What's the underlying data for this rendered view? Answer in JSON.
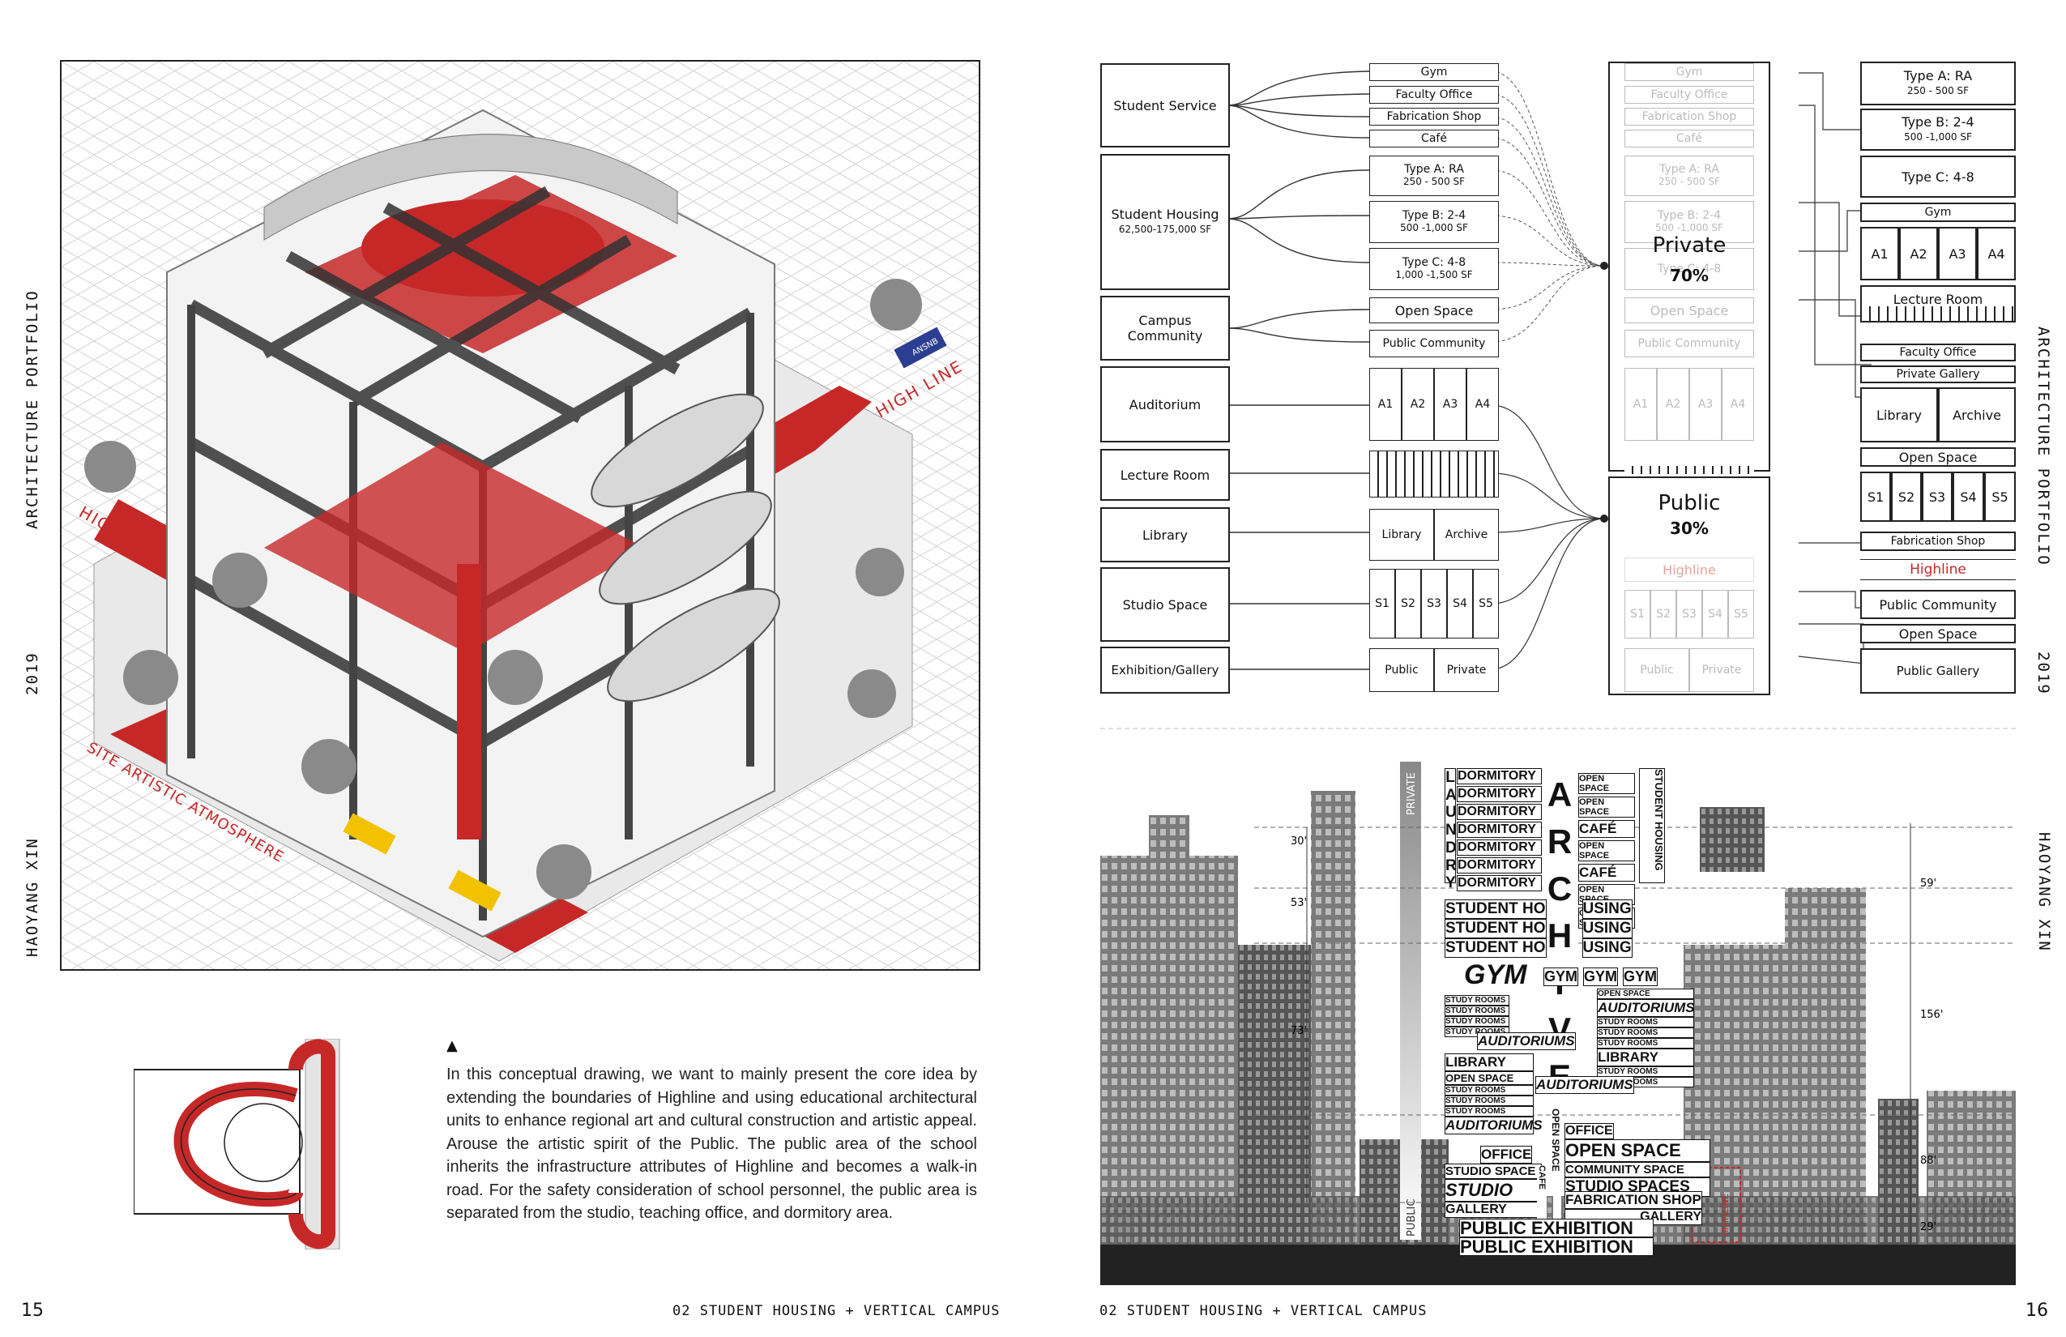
{
  "left_page": {
    "side_labels": [
      "ARCHITECTURE PORTFOLIO",
      "2019",
      "HAOYANG XIN"
    ],
    "iso_labels": {
      "high_line_1": "HIGH LINE",
      "high_line_2": "HIGH LINE",
      "site": "SITE ARTISTIC ATMOSPHERE",
      "truck": "ANSNB"
    },
    "marker": "▲",
    "paragraph": "In this conceptual drawing, we want to mainly present the core idea by extending the boundaries of Highline and using educational architectural units to enhance regional art and cultural construction and artistic appeal. Arouse the artistic spirit of the Public. The public area of the school inherits the infrastructure attributes of Highline and becomes a walk-in road. For the safety consideration of school personnel, the public area is separated from the studio, teaching office, and dormitory area.",
    "footer": "02 STUDENT HOUSING + VERTICAL CAMPUS",
    "page_number": "15"
  },
  "right_page": {
    "side_labels": [
      "ARCHITECTURE PORTFOLIO",
      "2019",
      "HAOYANG XIN"
    ],
    "footer": "02 STUDENT HOUSING + VERTICAL CAMPUS",
    "page_number": "16",
    "diagram": {
      "categories": [
        {
          "label": "Student Service",
          "sub": ""
        },
        {
          "label": "Student Housing",
          "sub": "62,500-175,000 SF"
        },
        {
          "label": "Campus Community",
          "sub": ""
        },
        {
          "label": "Auditorium",
          "sub": ""
        },
        {
          "label": "Lecture Room",
          "sub": ""
        },
        {
          "label": "Library",
          "sub": ""
        },
        {
          "label": "Studio Space",
          "sub": ""
        },
        {
          "label": "Exhibition/Gallery",
          "sub": ""
        }
      ],
      "programs": {
        "gym": "Gym",
        "faculty_office": "Faculty Office",
        "fabrication_shop": "Fabrication Shop",
        "cafe": "Café",
        "type_a": "Type A: RA",
        "type_a_sub": "250 - 500 SF",
        "type_b": "Type B: 2-4",
        "type_b_sub": "500 -1,000 SF",
        "type_c": "Type C: 4-8",
        "type_c_sub": "1,000 -1,500 SF",
        "open_space": "Open Space",
        "public_community": "Public Community",
        "a1": "A1",
        "a2": "A2",
        "a3": "A3",
        "a4": "A4",
        "library": "Library",
        "archive": "Archive",
        "s1": "S1",
        "s2": "S2",
        "s3": "S3",
        "s4": "S4",
        "s5": "S5",
        "public": "Public",
        "private": "Private",
        "highline": "Highline"
      },
      "zones": {
        "private_label": "Private",
        "private_pct": "70%",
        "public_label": "Public",
        "public_pct": "30%"
      },
      "result_labels": {
        "type_a": "Type A: RA",
        "type_a_sub": "250 - 500 SF",
        "type_b": "Type B: 2-4",
        "type_b_sub": "500 -1,000 SF",
        "type_c": "Type C: 4-8",
        "gym": "Gym",
        "a": [
          "A1",
          "A2",
          "A3",
          "A4"
        ],
        "lecture_room": "Lecture Room",
        "faculty_office": "Faculty Office",
        "private_gallery": "Private Gallery",
        "library": "Library",
        "archive": "Archive",
        "open_space": "Open Space",
        "s": [
          "S1",
          "S2",
          "S3",
          "S4",
          "S5"
        ],
        "fabrication_shop": "Fabrication Shop",
        "highline": "Highline",
        "public_community": "Public Community",
        "open_space_2": "Open Space",
        "public_gallery": "Public Gallery"
      }
    },
    "section": {
      "vertical_labels": {
        "private": "PRIVATE",
        "public": "PUBLIC",
        "highline": "HIGHLINE"
      },
      "dims_left": [
        "30'",
        "53'",
        "73'"
      ],
      "dims_right": [
        "59'",
        "156'",
        "88'",
        "29'"
      ],
      "archive_letters": [
        "A",
        "R",
        "C",
        "H",
        "I",
        "V",
        "E"
      ],
      "laundry_letters": [
        "L",
        "A",
        "U",
        "N",
        "D",
        "R",
        "Y"
      ],
      "open_space_vertical": "OPEN SPACE",
      "cafe_vertical": "CAFE",
      "words": {
        "dormitory": "DORMITORY",
        "open_space": "OPEN SPACE",
        "cafe": "CAFÉ",
        "student_housing": "STUDENT HOUSING",
        "student_ho": "STUDENT HO",
        "using": "USING",
        "gym": "GYM",
        "study_rooms": "STUDY ROOMS",
        "auditoriums": "AUDITORIUMS",
        "library": "LIBRARY",
        "office": "OFFICE",
        "community_space": "COMMUNITY SPACE",
        "studio_space": "STUDIO SPACE",
        "studio_spaces": "STUDIO SPACES",
        "studio": "STUDIO",
        "fabrication_shop": "FABRICATION SHOP",
        "gallery": "GALLERY",
        "public_exhibition": "PUBLIC EXHIBITION"
      }
    }
  }
}
